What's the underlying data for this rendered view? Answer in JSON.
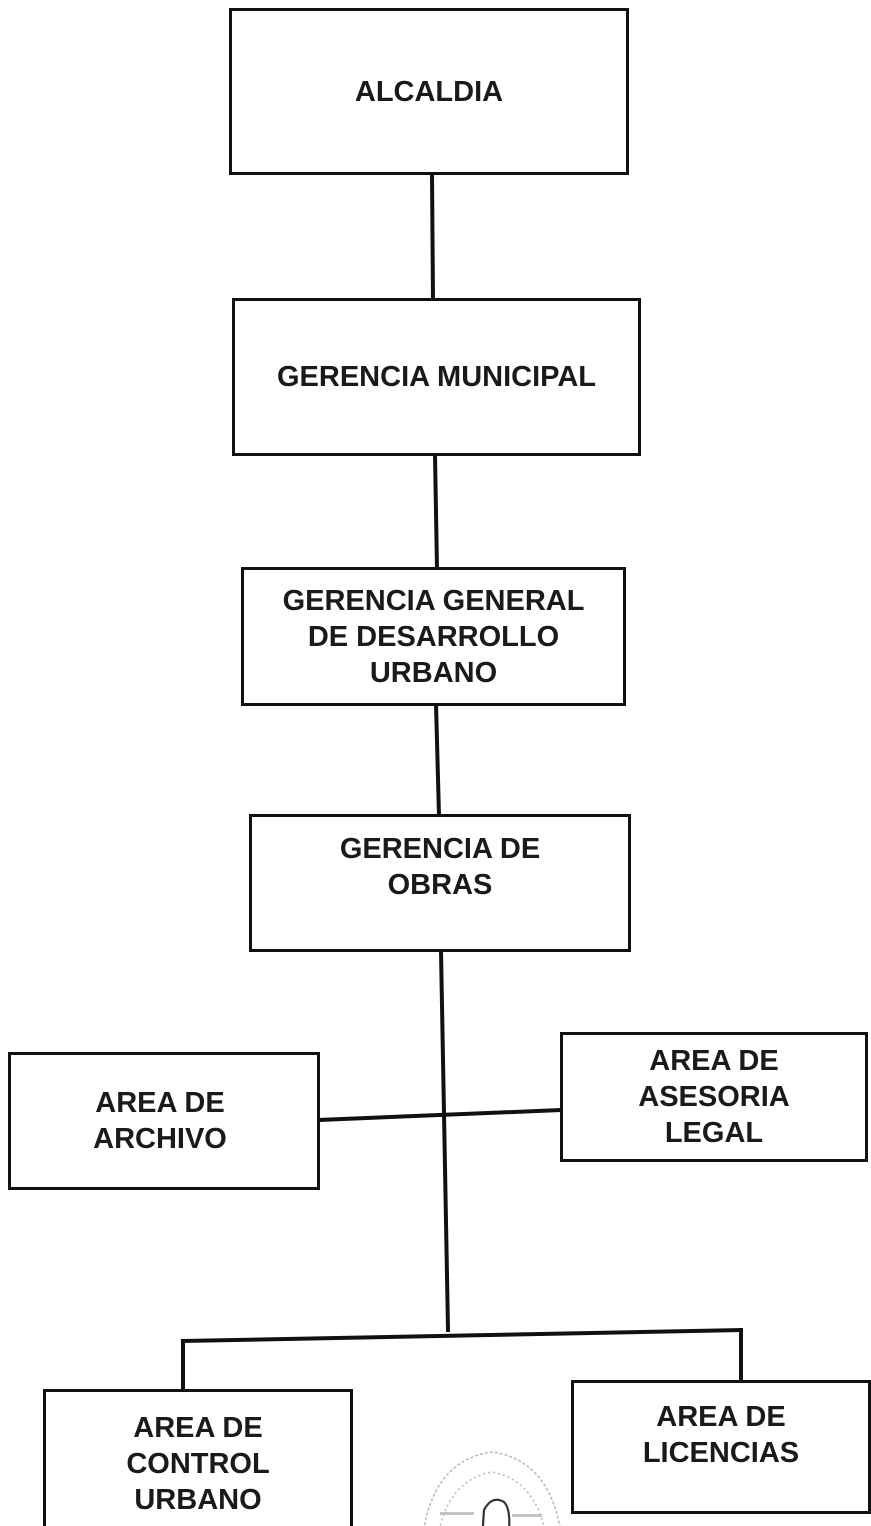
{
  "org_chart": {
    "alcaldia": "ALCALDIA",
    "gerencia_municipal": "GERENCIA MUNICIPAL",
    "gerencia_desarrollo_urbano": "GERENCIA GENERAL\nDE DESARROLLO\nURBANO",
    "gerencia_obras": "GERENCIA DE\nOBRAS",
    "area_archivo": "AREA DE\nARCHIVO",
    "area_asesoria_legal": "AREA DE\nASESORIA\nLEGAL",
    "area_control_urbano": "AREA DE\nCONTROL\nURBANO",
    "area_licencias": "AREA DE\nLICENCIAS"
  },
  "colors": {
    "line": "#111111",
    "text": "#1a1a1a",
    "background": "#ffffff",
    "stamp": "#b8b8b8"
  },
  "icons": {
    "stamp": "seal-stamp-icon"
  }
}
